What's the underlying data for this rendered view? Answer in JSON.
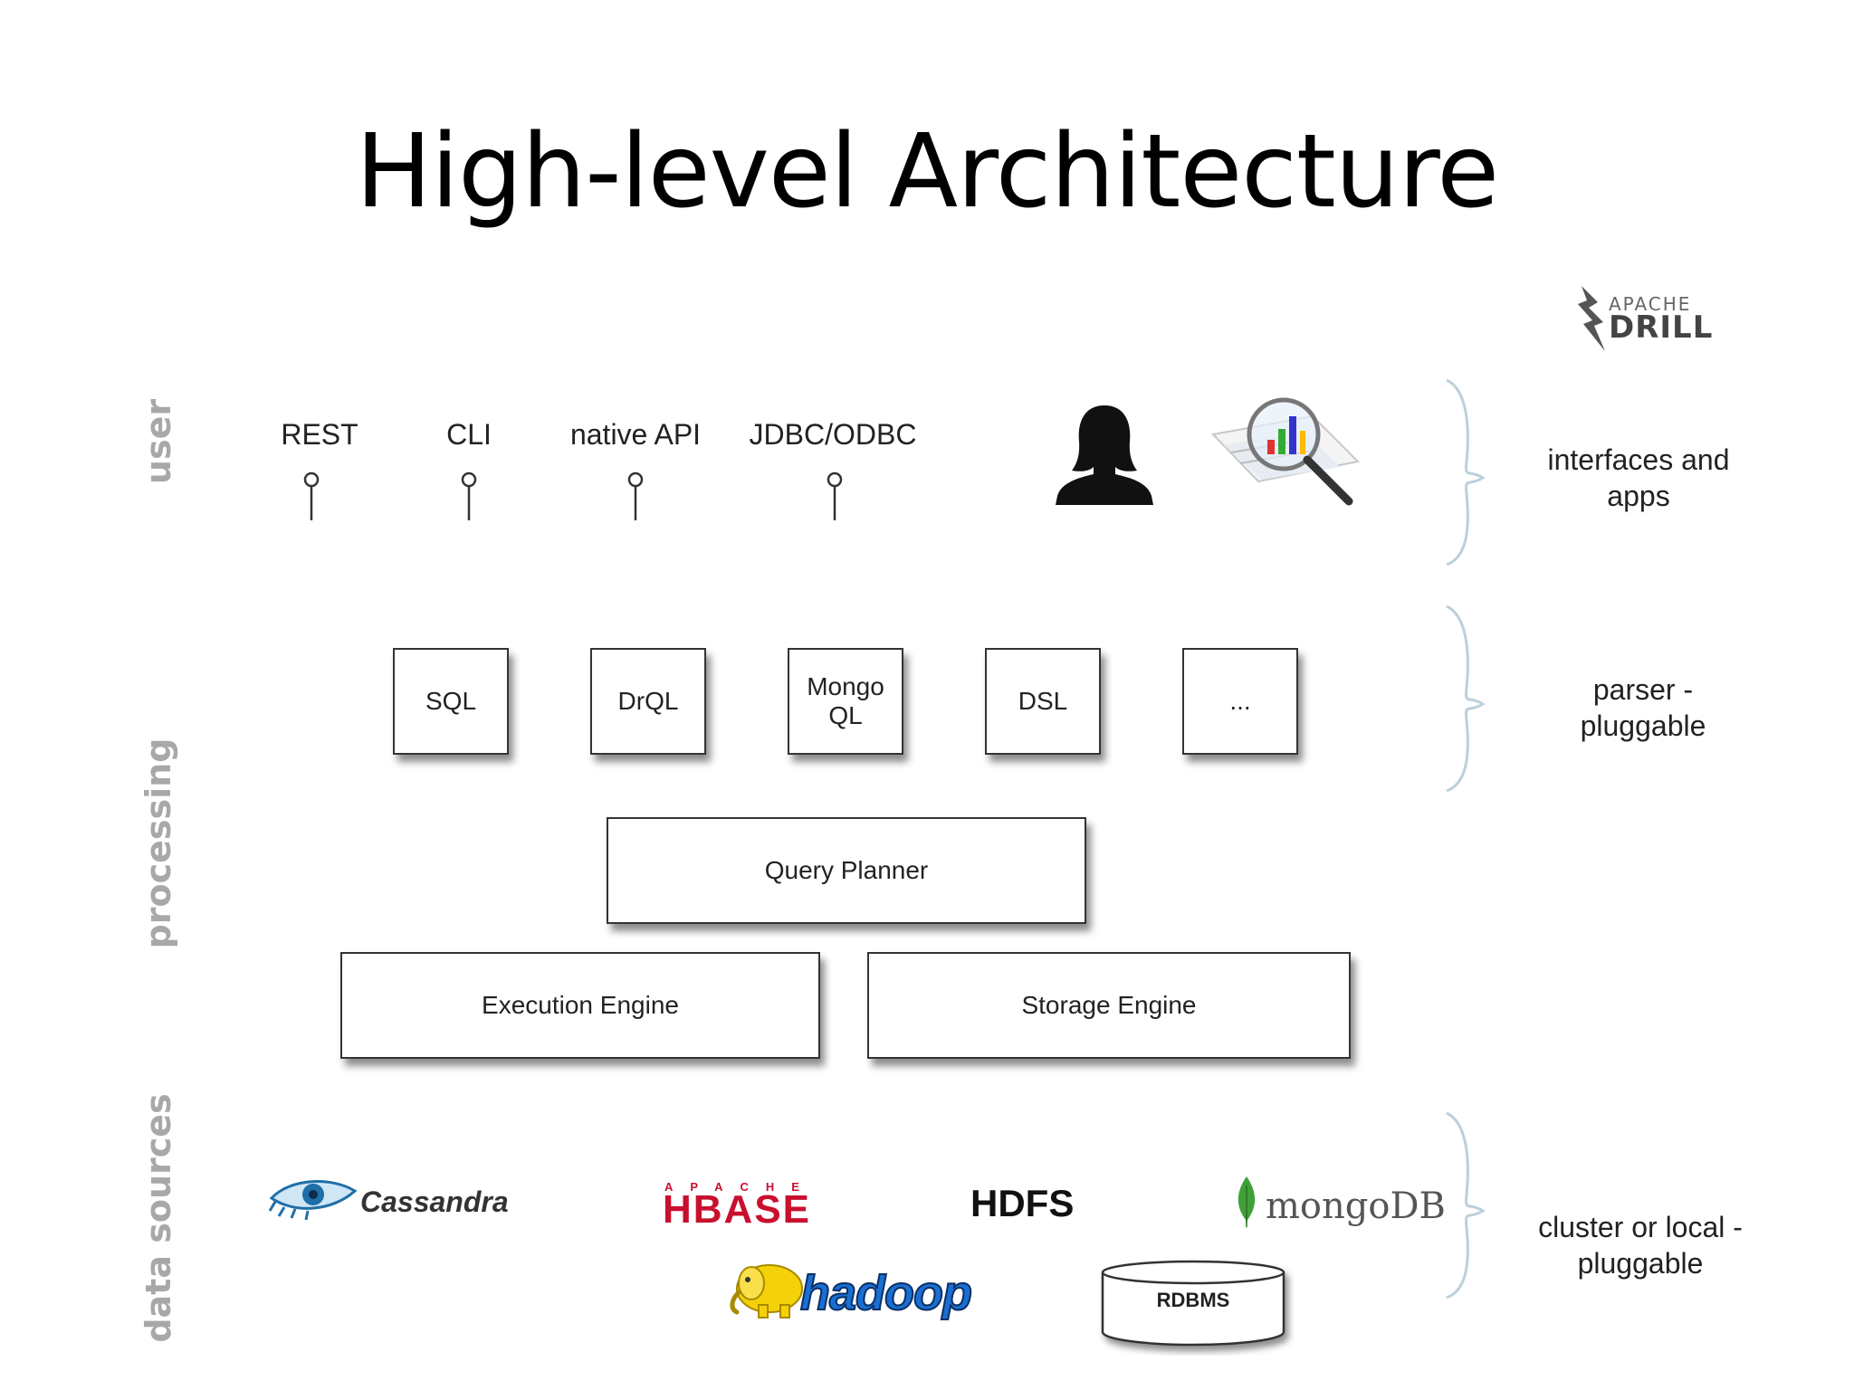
{
  "title": "High-level Architecture",
  "brand": {
    "line1": "APACHE",
    "line2": "DRILL"
  },
  "layers": {
    "user": "user",
    "processing": "processing",
    "data_sources": "data sources"
  },
  "interfaces": [
    "REST",
    "CLI",
    "native API",
    "JDBC/ODBC"
  ],
  "parsers": [
    "SQL",
    "DrQL",
    "Mongo QL",
    "DSL",
    "..."
  ],
  "query_planner": "Query Planner",
  "execution_engine": "Execution Engine",
  "storage_engine": "Storage Engine",
  "sources": {
    "cassandra": "Cassandra",
    "hbase_top": "APACHE",
    "hbase": "HBASE",
    "hdfs": "HDFS",
    "mongodb": "mongoDB",
    "hadoop": "hadoop",
    "rdbms": "RDBMS"
  },
  "side_labels": {
    "user": "interfaces and apps",
    "processing": "parser - pluggable",
    "data_sources": "cluster or local - pluggable"
  },
  "icons": [
    "drill-logo-icon",
    "user-silhouette-icon",
    "report-magnifier-icon",
    "cassandra-eye-icon",
    "mongodb-leaf-icon",
    "hadoop-elephant-icon",
    "database-cylinder-icon"
  ],
  "colors": {
    "label_gray": "#a8a8a8",
    "brace": "#bcd0da",
    "hbase_red": "#c8102e",
    "cassandra_blue": "#1f6fa8",
    "hadoop_yellow": "#f5d10a",
    "hadoop_blue": "#1a6fd1",
    "mongo_green": "#3fa037"
  }
}
